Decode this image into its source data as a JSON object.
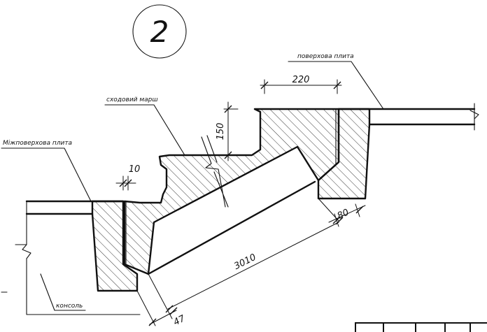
{
  "sheet_number": "2",
  "labels": {
    "floor_slab": "поверхова плита",
    "stair_flight": "сходовий марш",
    "interfloor_slab": "Міжповерхова плита",
    "console": "консоль"
  },
  "dimensions": {
    "top_width": "220",
    "step_height": "150",
    "joint_gap": "10",
    "bearing": "80",
    "flight_length": "3010",
    "end_offset": "47"
  }
}
